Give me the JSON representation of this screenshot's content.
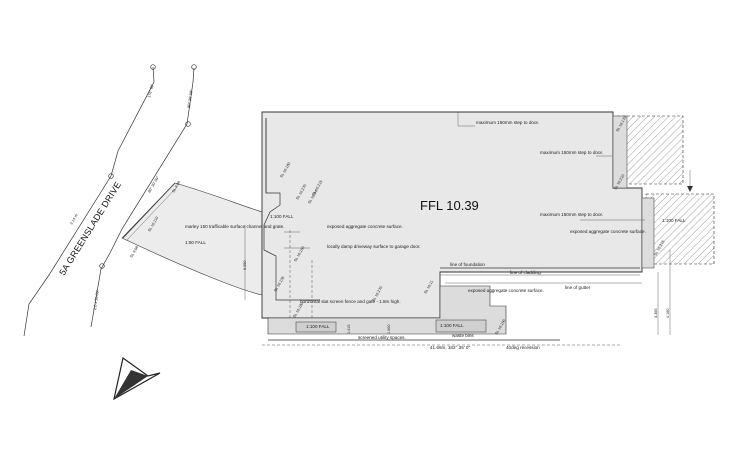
{
  "road_name": "5A GREENSLADE DRIVE",
  "ffl": "FFL 10.39",
  "notes": {
    "step_top": "maximum 150mm step to door.",
    "step_right": "maximum 150mm step to door.",
    "step_mid": "maximum 150mm step to door.",
    "exposed_right": "exposed aggregate concrete surface.",
    "exposed_driveway": "exposed aggregate concrete surface.",
    "grated": "marley 150 trafficable surface channel and grate.",
    "damp": "locally damp driveway surface to garage door.",
    "screen": "horizontal slat screen fence and gate - 1.8m high.",
    "exposed_bottom": "exposed aggregate concrete surface.",
    "foundation": "line of foundation",
    "cladding": "line of cladding",
    "gutter": "line of gutter",
    "utility": "screened utility spaces.",
    "waste": "waste bins",
    "bearing": "41.66m, 182° 35' 0\"",
    "recession": "40deg recession"
  },
  "levels": {
    "sl_1": "SL 10.180",
    "sl_2": "SL 10.270",
    "sl_3": "SL 10.34",
    "sl_4": "SL 10.150",
    "sl_5": "SL 10.135",
    "sl_6": "SL 10.180",
    "sl_7": "SL 10.270",
    "sl_8": "SL 10.11",
    "sl_9": "SL 10.150",
    "sl_10": "SL 10.170",
    "sl_11": "SL 10.210",
    "sl_12": "SL 10.215",
    "sl_13": "SL 9.98",
    "sl_14": "SL 9.98",
    "sl_15": "SL 10.110",
    "sl_16": "SL 10.215"
  },
  "falls": {
    "f1": "1:100 FALL",
    "f2": "1:50 FALL",
    "f3": "1:100 FALL",
    "f4": "1:100 FALL",
    "f5": "1:100 FALL"
  },
  "dimensions": {
    "d1": "6.050",
    "d2": "3.365",
    "d3": "4.160",
    "d4": "1.415",
    "d5": "1.000"
  },
  "bearings": {
    "b1": "176° 60'",
    "b2": "80° 30' 09\"",
    "b3": "3.14 m",
    "b4": "80° 30' 09\"",
    "b5": "2.0 x 20 09\""
  },
  "colors": {
    "hatch": "#7a7a7a",
    "fill": "#e8e8e8",
    "line": "#333333"
  }
}
